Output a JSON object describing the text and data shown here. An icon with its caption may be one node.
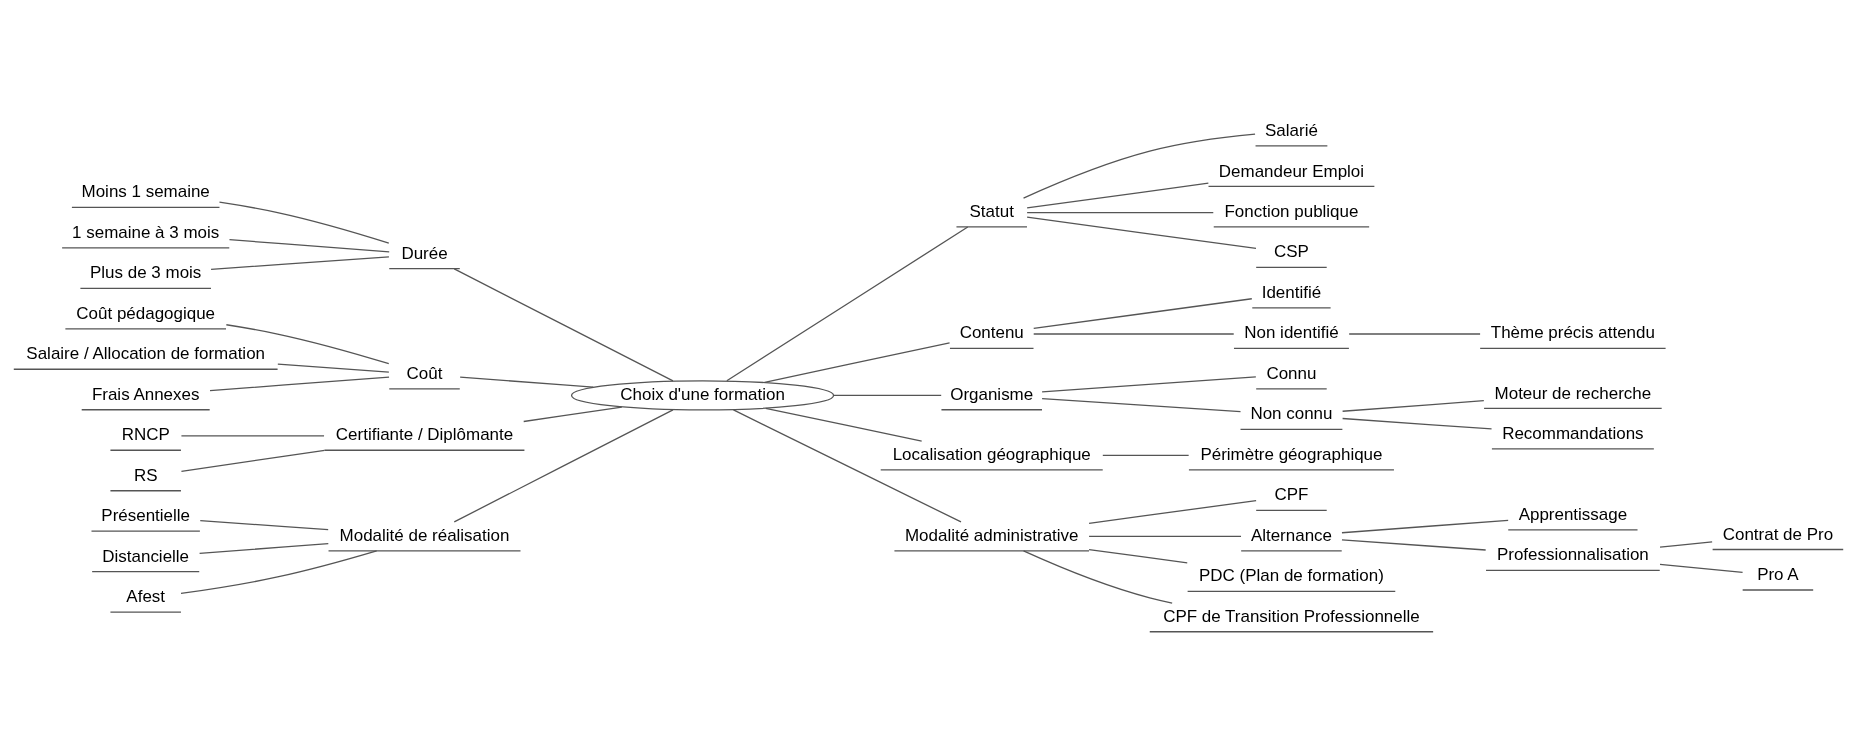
{
  "diagram": {
    "nodes": [
      {
        "text": [
          "Choix d'une formation"
        ]
      },
      {
        "text": [
          "Durée"
        ]
      },
      {
        "text": [
          "Moins 1 semaine"
        ]
      },
      {
        "text": [
          "1 semaine à 3 mois"
        ]
      },
      {
        "text": [
          "Plus de 3 mois"
        ]
      },
      {
        "text": [
          "Coût"
        ]
      },
      {
        "text": [
          "Coût pédagogique"
        ]
      },
      {
        "text": [
          "Salaire / Allocation de formation"
        ]
      },
      {
        "text": [
          "Frais Annexes"
        ]
      },
      {
        "text": [
          "Certifiante / Diplômante"
        ]
      },
      {
        "text": [
          "RNCP"
        ]
      },
      {
        "text": [
          "RS"
        ]
      },
      {
        "text": [
          "Modalité de réalisation"
        ]
      },
      {
        "text": [
          "Présentielle"
        ]
      },
      {
        "text": [
          "Distancielle"
        ]
      },
      {
        "text": [
          "Afest"
        ]
      },
      {
        "text": [
          "Statut"
        ]
      },
      {
        "text": [
          "Salarié"
        ]
      },
      {
        "text": [
          "Demandeur Emploi"
        ]
      },
      {
        "text": [
          "Fonction publique"
        ]
      },
      {
        "text": [
          "CSP"
        ]
      },
      {
        "text": [
          "Contenu"
        ]
      },
      {
        "text": [
          "Identifié"
        ]
      },
      {
        "text": [
          "Non identifié"
        ]
      },
      {
        "text": [
          "Thème précis attendu"
        ]
      },
      {
        "text": [
          "Organisme"
        ]
      },
      {
        "text": [
          "Connu"
        ]
      },
      {
        "text": [
          "Non connu"
        ]
      },
      {
        "text": [
          "Moteur de recherche"
        ]
      },
      {
        "text": [
          "Recommandations"
        ]
      },
      {
        "text": [
          "Localisation géographique"
        ]
      },
      {
        "text": [
          "Périmètre géographique"
        ]
      },
      {
        "text": [
          "Modalité administrative"
        ]
      },
      {
        "text": [
          "CPF"
        ]
      },
      {
        "text": [
          "Alternance"
        ]
      },
      {
        "text": [
          "Apprentissage"
        ]
      },
      {
        "text": [
          "Professionnalisation"
        ]
      },
      {
        "text": [
          "Contrat de Pro"
        ]
      },
      {
        "text": [
          "Pro A"
        ]
      },
      {
        "text": [
          "PDC (Plan de formation)"
        ]
      },
      {
        "text": [
          "CPF de Transition Professionnelle"
        ]
      }
    ],
    "edges": [
      {
        "from": 0,
        "to": 1,
        "arrow": "none"
      },
      {
        "from": 1,
        "to": 2,
        "arrow": "none"
      },
      {
        "from": 1,
        "to": 3,
        "arrow": "none"
      },
      {
        "from": 1,
        "to": 4,
        "arrow": "none"
      },
      {
        "from": 0,
        "to": 5,
        "arrow": "none"
      },
      {
        "from": 5,
        "to": 6,
        "arrow": "none"
      },
      {
        "from": 5,
        "to": 7,
        "arrow": "none"
      },
      {
        "from": 5,
        "to": 8,
        "arrow": "none"
      },
      {
        "from": 0,
        "to": 9,
        "arrow": "none"
      },
      {
        "from": 9,
        "to": 10,
        "arrow": "none"
      },
      {
        "from": 9,
        "to": 11,
        "arrow": "none"
      },
      {
        "from": 0,
        "to": 12,
        "arrow": "none"
      },
      {
        "from": 12,
        "to": 13,
        "arrow": "none"
      },
      {
        "from": 12,
        "to": 14,
        "arrow": "none"
      },
      {
        "from": 12,
        "to": 15,
        "arrow": "none"
      },
      {
        "from": 0,
        "to": 16,
        "arrow": "none"
      },
      {
        "from": 16,
        "to": 17,
        "arrow": "none"
      },
      {
        "from": 16,
        "to": 18,
        "arrow": "none"
      },
      {
        "from": 16,
        "to": 19,
        "arrow": "none"
      },
      {
        "from": 16,
        "to": 20,
        "arrow": "none"
      },
      {
        "from": 0,
        "to": 21,
        "arrow": "none"
      },
      {
        "from": 21,
        "to": 22,
        "arrow": "none"
      },
      {
        "from": 21,
        "to": 23,
        "arrow": "none"
      },
      {
        "from": 23,
        "to": 24,
        "arrow": "none"
      },
      {
        "from": 0,
        "to": 25,
        "arrow": "none"
      },
      {
        "from": 25,
        "to": 26,
        "arrow": "none"
      },
      {
        "from": 25,
        "to": 27,
        "arrow": "none"
      },
      {
        "from": 27,
        "to": 28,
        "arrow": "none"
      },
      {
        "from": 27,
        "to": 29,
        "arrow": "none"
      },
      {
        "from": 0,
        "to": 30,
        "arrow": "none"
      },
      {
        "from": 30,
        "to": 31,
        "arrow": "none"
      },
      {
        "from": 0,
        "to": 32,
        "arrow": "none"
      },
      {
        "from": 32,
        "to": 33,
        "arrow": "none"
      },
      {
        "from": 32,
        "to": 34,
        "arrow": "none"
      },
      {
        "from": 34,
        "to": 35,
        "arrow": "none"
      },
      {
        "from": 34,
        "to": 36,
        "arrow": "none"
      },
      {
        "from": 36,
        "to": 37,
        "arrow": "none"
      },
      {
        "from": 36,
        "to": 38,
        "arrow": "none"
      },
      {
        "from": 32,
        "to": 39,
        "arrow": "none"
      },
      {
        "from": 32,
        "to": 40,
        "arrow": "none"
      }
    ]
  }
}
